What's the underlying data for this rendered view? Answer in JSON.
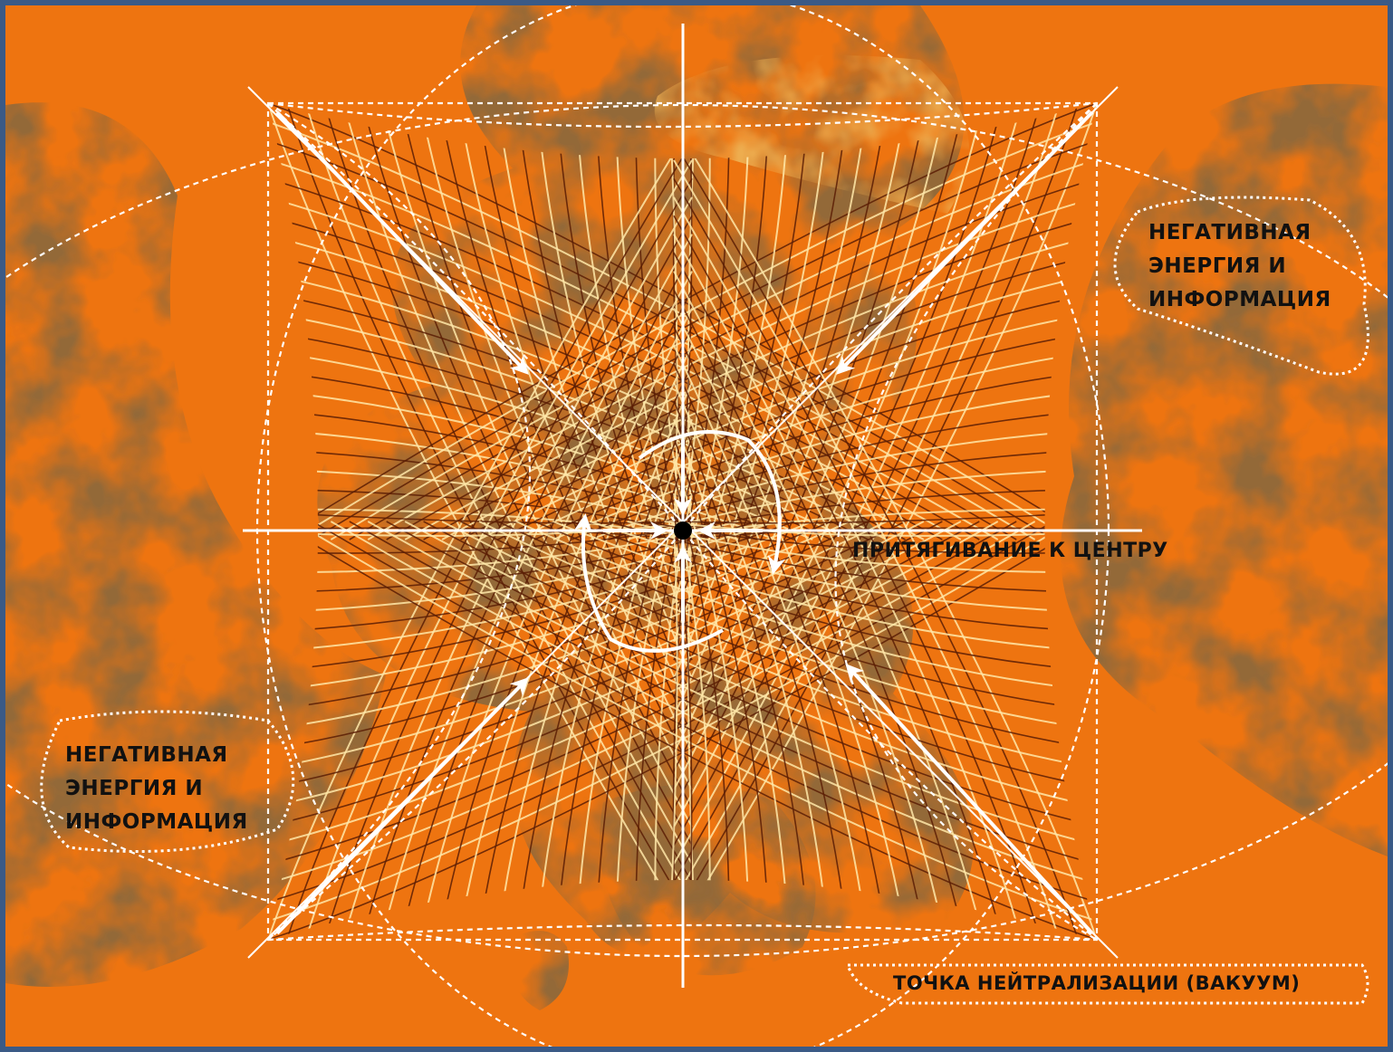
{
  "diagram": {
    "colors": {
      "background": "#ee7410",
      "dark_cloud": "#4a230a",
      "grid_light": "#ffe7a8",
      "grid_dark": "#5a1d05",
      "guides": "#ffffff",
      "center_point": "#000000",
      "frame": "#3a5a86"
    },
    "labels": {
      "negative_energy_top_right": [
        "НЕГАТИВНАЯ",
        "ЭНЕРГИЯ И",
        "ИНФОРМАЦИЯ"
      ],
      "negative_energy_bottom_left": [
        "НЕГАТИВНАЯ",
        "ЭНЕРГИЯ И",
        "ИНФОРМАЦИЯ"
      ],
      "attraction_to_center": "ПРИТЯГИВАНИЕ К ЦЕНТРУ",
      "neutralization_point": "ТОЧКА НЕЙТРАЛИЗАЦИИ (ВАКУУМ)"
    },
    "icons": {
      "center": "black-dot-icon",
      "arrows": "arrow-icon",
      "spiral": "spiral-arrow-icon"
    }
  }
}
